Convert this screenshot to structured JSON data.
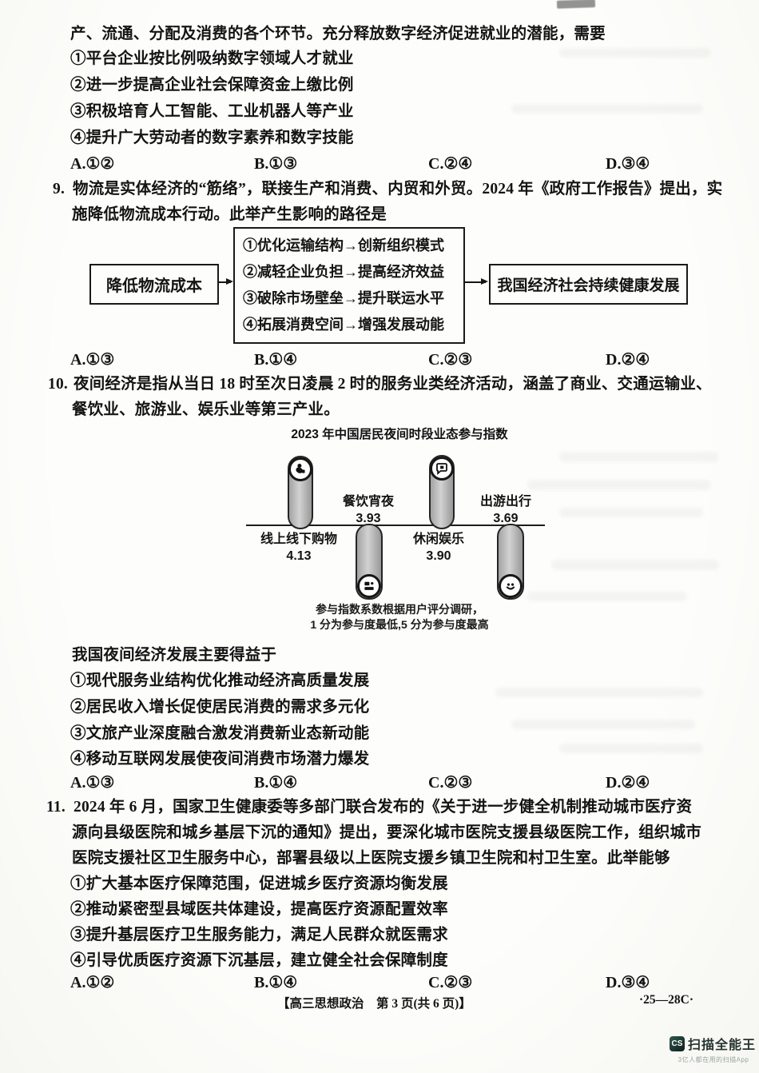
{
  "q8": {
    "intro_line": "产、流通、分配及消费的各个环节。充分释放数字经济促进就业的潜能，需要",
    "items": [
      "①平台企业按比例吸纳数字领域人才就业",
      "②进一步提高企业社会保障资金上缴比例",
      "③积极培育人工智能、工业机器人等产业",
      "④提升广大劳动者的数字素养和数字技能"
    ],
    "options": [
      "A.①②",
      "B.①③",
      "C.②④",
      "D.③④"
    ]
  },
  "q9": {
    "number": "9.",
    "stem_lines": [
      "物流是实体经济的“筋络”，联接生产和消费、内贸和外贸。2024 年《政府工作报告》提出，实",
      "施降低物流成本行动。此举产生影响的路径是"
    ],
    "flowchart": {
      "left_box": "降低物流成本",
      "middle_items": [
        "①优化运输结构→创新组织模式",
        "②减轻企业负担→提高经济效益",
        "③破除市场壁垒→提升联运水平",
        "④拓展消费空间→增强发展动能"
      ],
      "right_box": "我国经济社会持续健康发展"
    },
    "options": [
      "A.①③",
      "B.①④",
      "C.②③",
      "D.②④"
    ]
  },
  "q10": {
    "number": "10.",
    "stem_lines": [
      "夜间经济是指从当日 18 时至次日凌晨 2 时的服务业类经济活动，涵盖了商业、交通运输业、",
      "餐饮业、旅游业、娱乐业等第三产业。"
    ],
    "stem2": "我国夜间经济发展主要得益于",
    "items": [
      "①现代服务业结构优化推动经济高质量发展",
      "②居民收入增长促使居民消费的需求多元化",
      "③文旅产业深度融合激发消费新业态新动能",
      "④移动互联网发展使夜间消费市场潜力爆发"
    ],
    "options": [
      "A.①③",
      "B.①④",
      "C.②③",
      "D.②④"
    ]
  },
  "q11": {
    "number": "11.",
    "stem_lines": [
      "2024 年 6 月，国家卫生健康委等多部门联合发布的《关于进一步健全机制推动城市医疗资",
      "源向县级医院和城乡基层下沉的通知》提出，要深化城市医院支援县级医院工作，组织城市",
      "医院支援社区卫生服务中心，部署县级以上医院支援乡镇卫生院和村卫生室。此举能够"
    ],
    "items": [
      "①扩大基本医疗保障范围，促进城乡医疗资源均衡发展",
      "②推动紧密型县域医共体建设，提高医疗资源配置效率",
      "③提升基层医疗卫生服务能力，满足人民群众就医需求",
      "④引导优质医疗资源下沉基层，建立健全社会保障制度"
    ],
    "options": [
      "A.①②",
      "B.①④",
      "C.②③",
      "D.③④"
    ]
  },
  "chart": {
    "title": "2023 年中国居民夜间时段业态参与指数",
    "points": [
      {
        "label": "线上线下购物",
        "value": "4.13",
        "icon": "shopper-icon"
      },
      {
        "label": "餐饮宵夜",
        "value": "3.93",
        "icon": "dining-icon"
      },
      {
        "label": "休闲娱乐",
        "value": "3.90",
        "icon": "chat-icon"
      },
      {
        "label": "出游出行",
        "value": "3.69",
        "icon": "smiley-icon"
      }
    ],
    "note_lines": [
      "参与指数系数根据用户评分调研，",
      "1 分为参与度最低,5 分为参与度最高"
    ]
  },
  "chart_data": {
    "type": "bar",
    "title": "2023年中国居民夜间时段业态参与指数",
    "categories": [
      "线上线下购物",
      "餐饮宵夜",
      "休闲娱乐",
      "出游出行"
    ],
    "values": [
      4.13,
      3.93,
      3.9,
      3.69
    ],
    "value_range": [
      1,
      5
    ],
    "note": "参与指数系数根据用户评分调研，1分为参与度最低,5分为参与度最高",
    "layout": "lollipop pills alternating above/below a horizontal baseline, no visible axis scale"
  },
  "footer": {
    "center": "【高三思想政治　第 3 页(共 6 页)】",
    "right": "·25—28C·"
  },
  "watermark": {
    "badge": "CS",
    "name": "扫描全能王",
    "tagline": "3亿人都在用的扫描App"
  }
}
